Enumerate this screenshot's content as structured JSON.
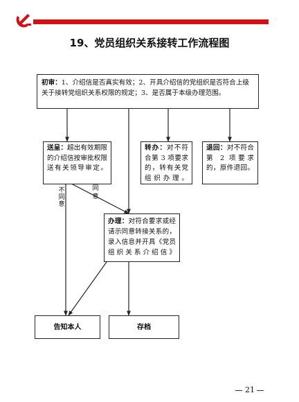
{
  "title": "19、党员组织关系接转工作流程图",
  "boxes": {
    "initial_review": {
      "heading": "初审：",
      "text": "1、介绍信是否真实有效；2、开具介绍信的党组织是否符合上级关于接转党组织关系权限的规定；3、是否属于本级办理范围。"
    },
    "escalate": {
      "heading": "送呈：",
      "text": "超出有效期限的介绍信按审批权限送有关领导审定。"
    },
    "transfer": {
      "heading": "转办：",
      "text": "对不符合第 3 项要求的，转有关党组织办理。"
    },
    "return": {
      "heading": "退回：",
      "text": "对不符合第 2 项要求的，原件退回。"
    },
    "process": {
      "heading": "办理：",
      "text": "对符合要求或经请示同意转接关系的，录入信息并开具《党员组织关系介绍信》"
    },
    "notify": {
      "label": "告知本人"
    },
    "archive": {
      "label": "存档"
    }
  },
  "edge_labels": {
    "disagree": "不同意",
    "agree": "同意"
  },
  "page_number": "21",
  "colors": {
    "brand_red": "#c8161d",
    "line": "#222222"
  },
  "icons": {
    "emblem": "party-emblem-icon"
  }
}
